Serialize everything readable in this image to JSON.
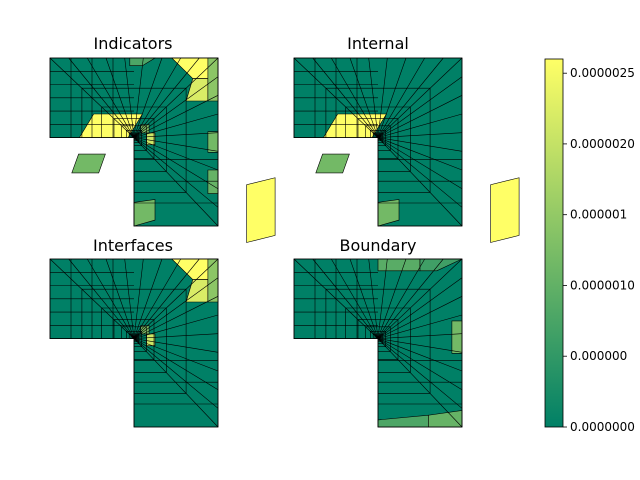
{
  "chart_data": [
    {
      "type": "heatmap",
      "title": "Indicators",
      "description_note": "",
      "colormap": "summer",
      "high_cells": [
        {
          "quad": [
            [
              0.52,
              0.4
            ],
            [
              1.1,
              0.4
            ],
            [
              0.93,
              0.0
            ],
            [
              0.35,
              0.0
            ]
          ],
          "level": 1.0
        },
        {
          "quad": [
            [
              2.34,
              -1.78
            ],
            [
              2.68,
              -1.66
            ],
            [
              2.68,
              -0.68
            ],
            [
              2.34,
              -0.8
            ]
          ],
          "level": 1.0
        },
        {
          "quad": [
            [
              1.45,
              1.35
            ],
            [
              2.0,
              1.35
            ],
            [
              2.0,
              1.0
            ],
            [
              1.7,
              1.0
            ]
          ],
          "level": 1.0
        },
        {
          "quad": [
            [
              1.7,
              1.0
            ],
            [
              1.88,
              1.0
            ],
            [
              1.88,
              0.62
            ],
            [
              1.62,
              0.62
            ]
          ],
          "level": 0.85
        },
        {
          "quad": [
            [
              1.88,
              0.62
            ],
            [
              2.0,
              0.62
            ],
            [
              2.0,
              1.35
            ],
            [
              1.88,
              1.35
            ]
          ],
          "level": 0.55
        },
        {
          "quad": [
            [
              0.26,
              -0.6
            ],
            [
              0.58,
              -0.6
            ],
            [
              0.66,
              -0.28
            ],
            [
              0.34,
              -0.28
            ]
          ],
          "level": 0.45
        },
        {
          "quad": [
            [
              1.0,
              -1.5
            ],
            [
              1.25,
              -1.4
            ],
            [
              1.25,
              -1.05
            ],
            [
              1.0,
              -1.1
            ]
          ],
          "level": 0.45
        },
        {
          "quad": [
            [
              1.88,
              -0.25
            ],
            [
              2.0,
              -0.25
            ],
            [
              2.0,
              0.1
            ],
            [
              1.88,
              0.1
            ]
          ],
          "level": 0.45
        },
        {
          "quad": [
            [
              1.88,
              -0.95
            ],
            [
              2.0,
              -0.95
            ],
            [
              2.0,
              -0.55
            ],
            [
              1.88,
              -0.55
            ]
          ],
          "level": 0.4
        },
        {
          "quad": [
            [
              1.15,
              -0.12
            ],
            [
              1.25,
              -0.12
            ],
            [
              1.25,
              0.08
            ],
            [
              1.15,
              0.08
            ]
          ],
          "level": 0.8
        },
        {
          "quad": [
            [
              1.08,
              0.08
            ],
            [
              1.18,
              0.08
            ],
            [
              1.18,
              0.22
            ],
            [
              1.08,
              0.22
            ]
          ],
          "level": 0.5
        },
        {
          "quad": [
            [
              0.95,
              1.35
            ],
            [
              1.25,
              1.35
            ],
            [
              1.1,
              1.22
            ],
            [
              0.95,
              1.22
            ]
          ],
          "level": 0.3
        }
      ]
    },
    {
      "type": "heatmap",
      "title": "Internal",
      "colormap": "summer",
      "high_cells": [
        {
          "quad": [
            [
              0.52,
              0.4
            ],
            [
              1.1,
              0.4
            ],
            [
              0.93,
              0.0
            ],
            [
              0.35,
              0.0
            ]
          ],
          "level": 1.0
        },
        {
          "quad": [
            [
              2.34,
              -1.78
            ],
            [
              2.68,
              -1.66
            ],
            [
              2.68,
              -0.68
            ],
            [
              2.34,
              -0.8
            ]
          ],
          "level": 1.0
        },
        {
          "quad": [
            [
              0.26,
              -0.6
            ],
            [
              0.58,
              -0.6
            ],
            [
              0.66,
              -0.28
            ],
            [
              0.34,
              -0.28
            ]
          ],
          "level": 0.45
        },
        {
          "quad": [
            [
              1.0,
              -1.5
            ],
            [
              1.25,
              -1.4
            ],
            [
              1.25,
              -1.05
            ],
            [
              1.0,
              -1.1
            ]
          ],
          "level": 0.45
        }
      ]
    },
    {
      "type": "heatmap",
      "title": "Interfaces",
      "colormap": "summer",
      "high_cells": [
        {
          "quad": [
            [
              1.45,
              1.35
            ],
            [
              2.0,
              1.35
            ],
            [
              2.0,
              1.0
            ],
            [
              1.7,
              1.0
            ]
          ],
          "level": 1.0
        },
        {
          "quad": [
            [
              1.7,
              1.0
            ],
            [
              1.88,
              1.0
            ],
            [
              1.88,
              0.62
            ],
            [
              1.62,
              0.62
            ]
          ],
          "level": 0.85
        },
        {
          "quad": [
            [
              1.88,
              0.62
            ],
            [
              2.0,
              0.62
            ],
            [
              2.0,
              1.35
            ],
            [
              1.88,
              1.35
            ]
          ],
          "level": 0.55
        },
        {
          "quad": [
            [
              1.15,
              -0.12
            ],
            [
              1.25,
              -0.12
            ],
            [
              1.25,
              0.08
            ],
            [
              1.15,
              0.08
            ]
          ],
          "level": 0.8
        },
        {
          "quad": [
            [
              1.08,
              0.08
            ],
            [
              1.18,
              0.08
            ],
            [
              1.18,
              0.22
            ],
            [
              1.08,
              0.22
            ]
          ],
          "level": 0.5
        }
      ]
    },
    {
      "type": "heatmap",
      "title": "Boundary",
      "colormap": "summer",
      "high_cells": [
        {
          "quad": [
            [
              1.0,
              1.35
            ],
            [
              1.5,
              1.35
            ],
            [
              1.5,
              1.15
            ],
            [
              1.0,
              1.15
            ]
          ],
          "level": 0.35
        },
        {
          "quad": [
            [
              1.5,
              1.35
            ],
            [
              2.0,
              1.35
            ],
            [
              1.7,
              1.15
            ],
            [
              1.5,
              1.15
            ]
          ],
          "level": 0.25
        },
        {
          "quad": [
            [
              1.88,
              -0.25
            ],
            [
              2.0,
              -0.25
            ],
            [
              2.0,
              0.3
            ],
            [
              1.88,
              0.3
            ]
          ],
          "level": 0.45
        },
        {
          "quad": [
            [
              1.0,
              -1.5
            ],
            [
              1.6,
              -1.5
            ],
            [
              1.6,
              -1.3
            ],
            [
              1.0,
              -1.38
            ]
          ],
          "level": 0.3
        },
        {
          "quad": [
            [
              1.6,
              -1.5
            ],
            [
              2.0,
              -1.5
            ],
            [
              2.0,
              -1.22
            ],
            [
              1.6,
              -1.3
            ]
          ],
          "level": 0.4
        }
      ]
    }
  ],
  "colorbar": {
    "tick_labels": [
      "0.0000000",
      "0.0000005",
      "0.0000010",
      "0.0000015",
      "0.0000020",
      "0.0000025"
    ],
    "tick_labels_visible": [
      "0.0000000",
      "0.000000",
      "0.0000010",
      "0.000001",
      "0.0000020",
      "0.0000025"
    ],
    "range": [
      0.0,
      2.6e-06
    ],
    "colors": [
      "#008066",
      "#ffff66"
    ]
  }
}
